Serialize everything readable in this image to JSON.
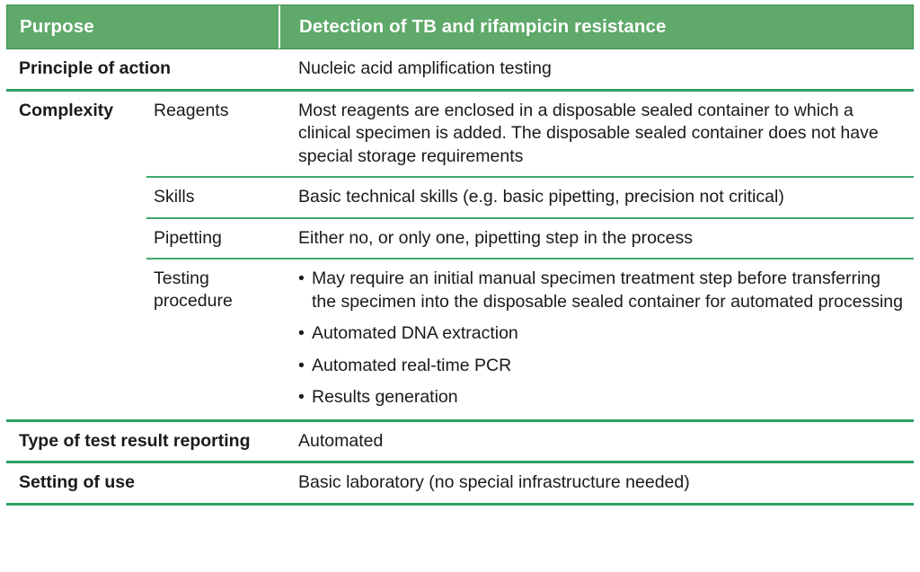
{
  "table": {
    "header": {
      "col1": "Purpose",
      "col2": "Detection of TB and rifampicin resistance"
    },
    "colors": {
      "header_bg": "#5FA96A",
      "header_border": "#3F9150",
      "header_text": "#FFFFFF",
      "rule_full": "#2EA061",
      "rule_sub": "#3FAA6B",
      "body_text": "#1A1A1A",
      "page_bg": "#FFFFFF"
    },
    "rows": {
      "principle": {
        "label": "Principle of action",
        "value": "Nucleic acid amplification testing"
      },
      "complexity": {
        "label": "Complexity",
        "sub": {
          "reagents": {
            "label": "Reagents",
            "value": "Most reagents are enclosed in a disposable sealed container to which a clinical specimen is added. The disposable sealed container does not have special storage requirements"
          },
          "skills": {
            "label": "Skills",
            "value": "Basic technical skills (e.g. basic pipetting, precision not critical)"
          },
          "pipetting": {
            "label": "Pipetting",
            "value": "Either no, or only one, pipetting step in the process"
          },
          "testing_procedure": {
            "label": "Testing procedure",
            "bullet_glyph": "•",
            "bullets": [
              "May require an initial manual specimen treatment step before transferring the specimen into the disposable sealed container for automated processing",
              "Automated DNA extraction",
              "Automated real-time PCR",
              "Results generation"
            ]
          }
        }
      },
      "reporting": {
        "label": "Type of test result reporting",
        "value": "Automated"
      },
      "setting": {
        "label": "Setting of use",
        "value": "Basic laboratory (no special infrastructure needed)"
      }
    }
  }
}
